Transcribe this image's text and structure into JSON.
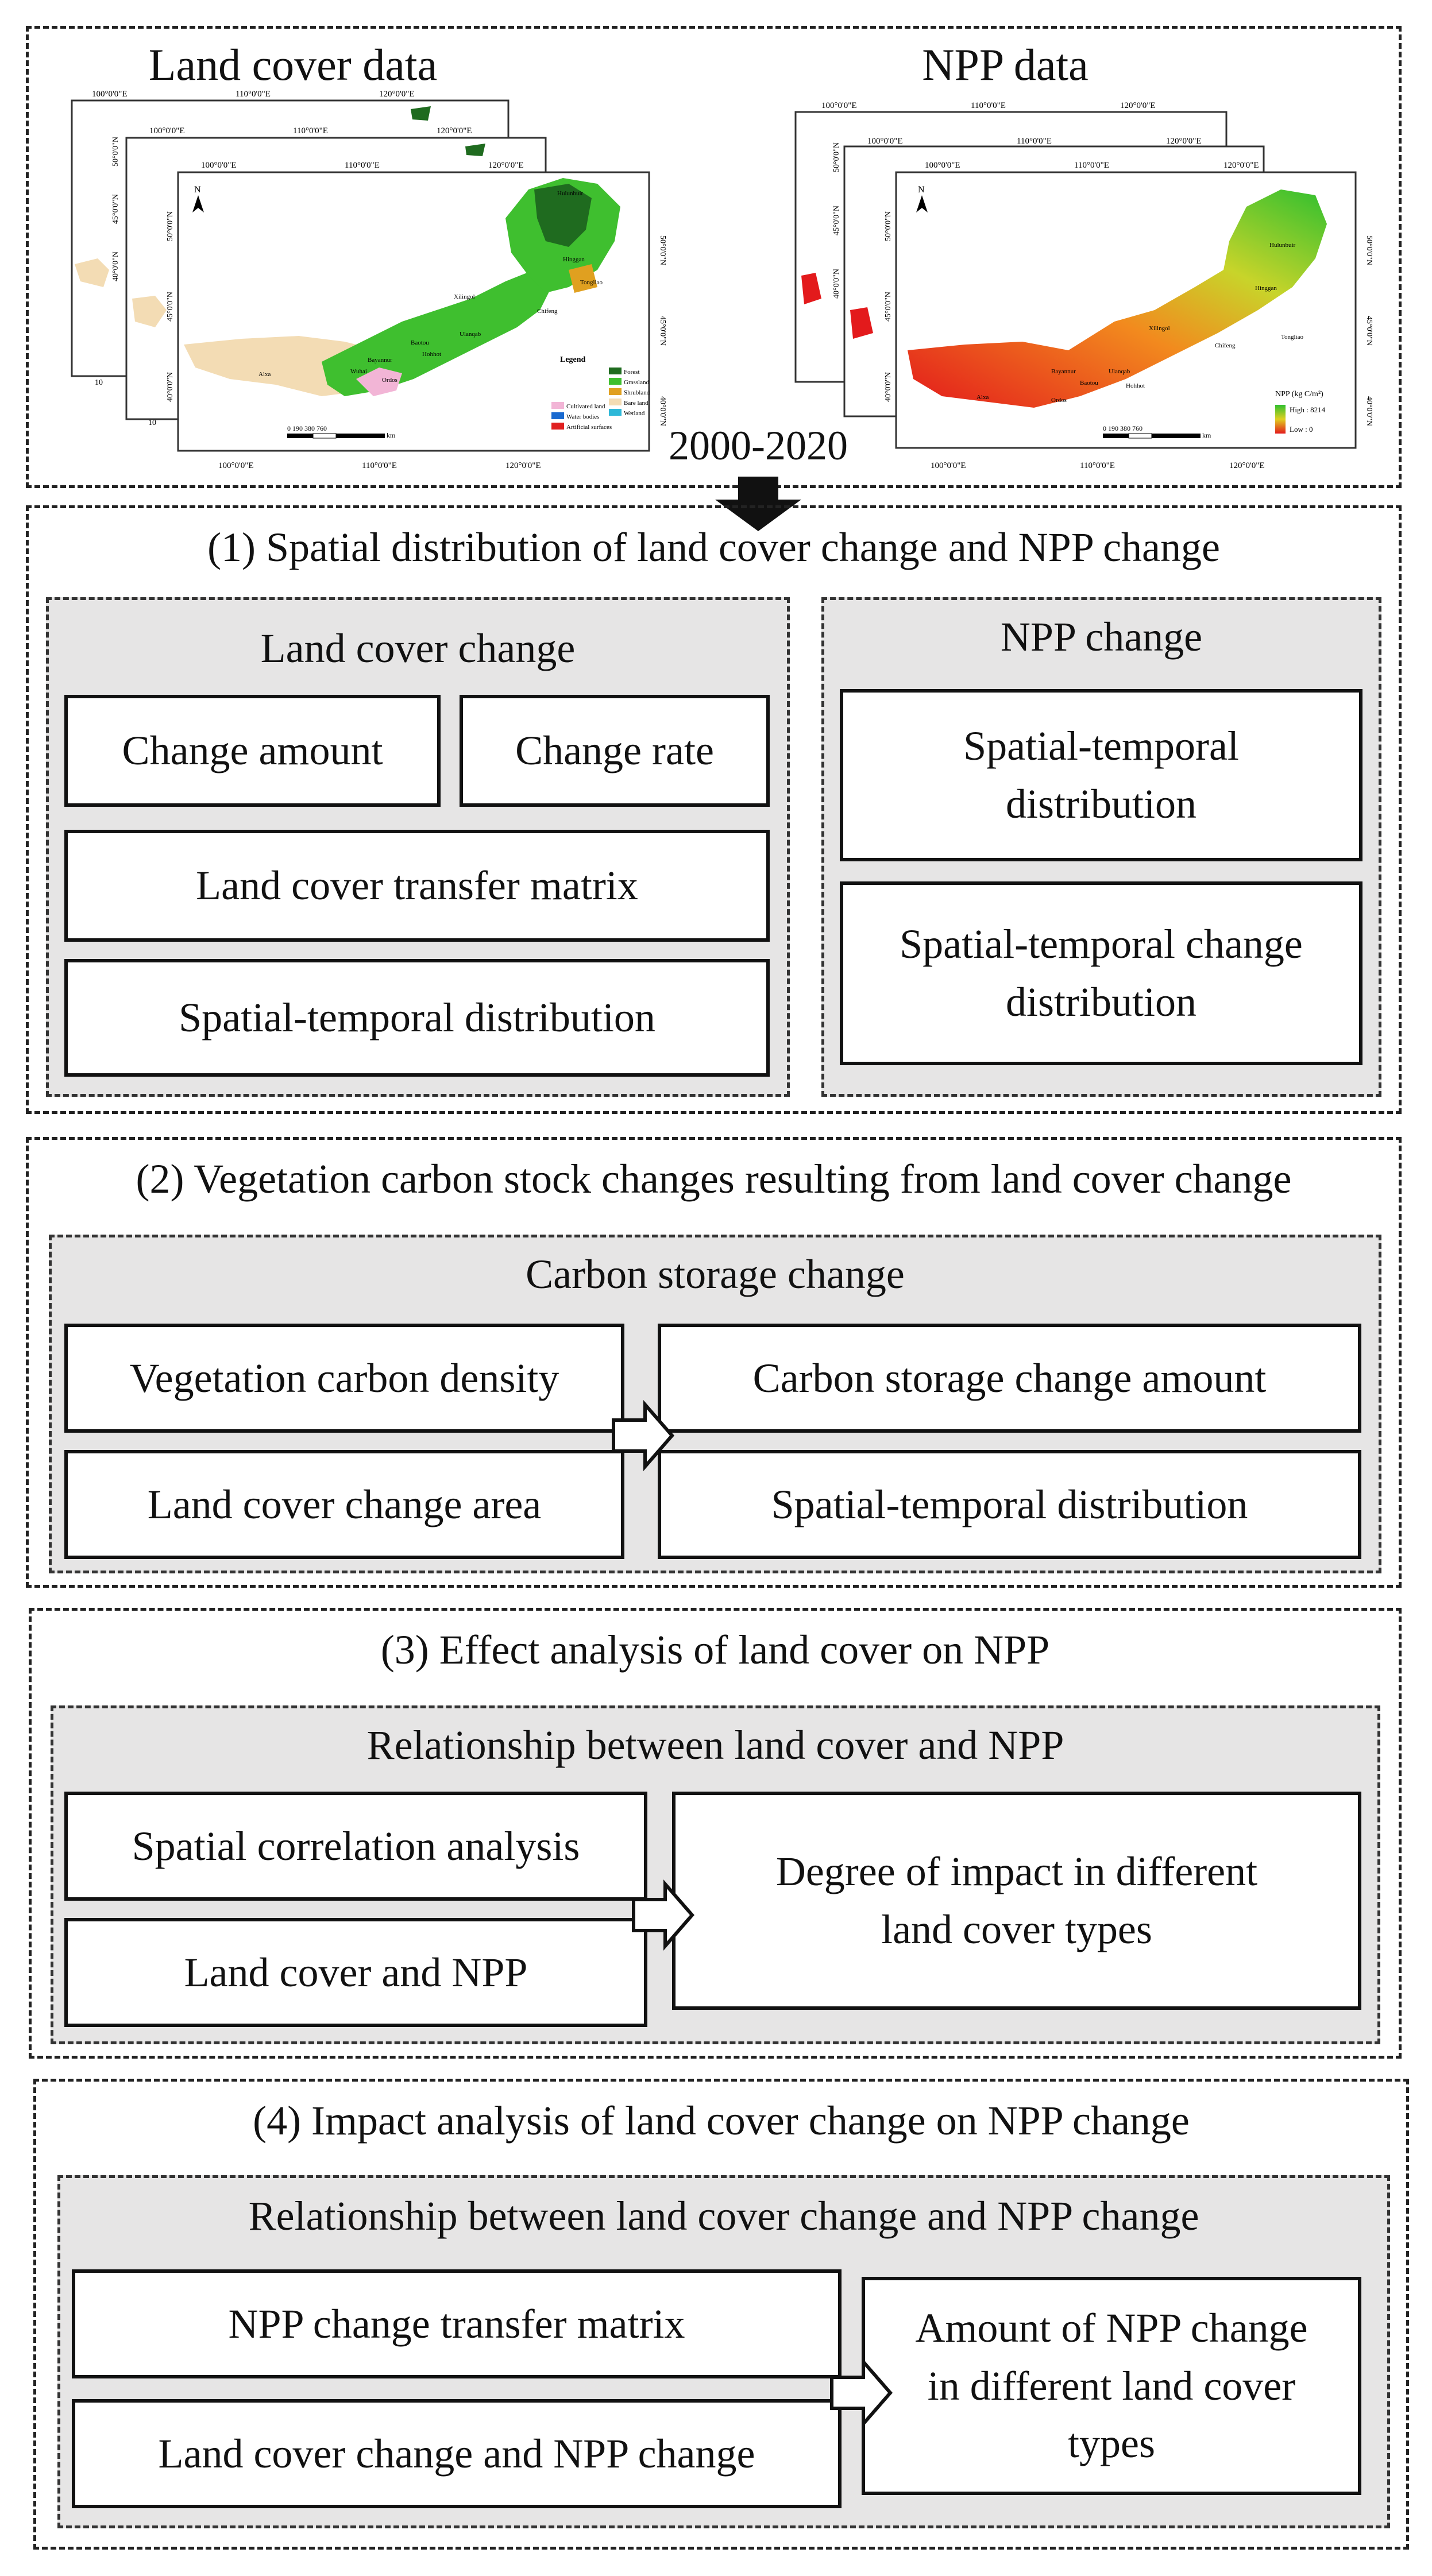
{
  "top": {
    "land_cover_title": "Land cover data",
    "npp_title": "NPP data",
    "years": "2000-2020"
  },
  "maps": {
    "lon_ticks": [
      "100°0'0\"E",
      "110°0'0\"E",
      "120°0'0\"E"
    ],
    "lat_ticks": [
      "50°0'0\"N",
      "45°0'0\"N",
      "40°0'0\"N"
    ],
    "north": "N",
    "scale": [
      "0",
      "190",
      "380",
      "760"
    ],
    "scale_unit": "km",
    "partial_text": "10",
    "land_legend_title": "Legend",
    "land_legend_items": [
      {
        "label": "Forest",
        "color": "#1f6b1f"
      },
      {
        "label": "Grassland",
        "color": "#3fbf2f"
      },
      {
        "label": "Shrubland",
        "color": "#e0a020"
      },
      {
        "label": "Bare land",
        "color": "#f3dcb4"
      },
      {
        "label": "Wetland",
        "color": "#2db8d8"
      },
      {
        "label": "Cultivated land",
        "color": "#f2b5d6"
      },
      {
        "label": "Water bodies",
        "color": "#1a6ad0"
      },
      {
        "label": "Artificial surfaces",
        "color": "#e02020"
      }
    ],
    "npp_legend_title": "NPP (kg C/m²)",
    "npp_high": "High : 8214",
    "npp_low": "Low : 0",
    "land_cities": [
      "Hulunbuir",
      "Xilingol",
      "Hinggan",
      "Tongliao",
      "Chifeng",
      "Ulanqab",
      "Baotou",
      "Bayannur",
      "Hohhot",
      "Ordos",
      "Wuhai",
      "Alxa"
    ],
    "npp_cities": [
      "Hulunbuir",
      "Hinggan",
      "Xilingol",
      "Tongliao",
      "Chifeng",
      "Bayannur",
      "Ulanqab",
      "Baotou",
      "Hohhot",
      "Ordos",
      "Alxa"
    ]
  },
  "section1": {
    "title": "(1) Spatial distribution of land cover change and NPP change",
    "left": {
      "title": "Land cover change",
      "change_amount": "Change amount",
      "change_rate": "Change rate",
      "transfer_matrix": "Land cover transfer matrix",
      "distribution": "Spatial-temporal distribution"
    },
    "right": {
      "title": "NPP change",
      "distribution": "Spatial-temporal distribution",
      "change_distribution": "Spatial-temporal change distribution"
    }
  },
  "section2": {
    "title": "(2) Vegetation carbon stock changes resulting from land cover change",
    "panel_title": "Carbon storage change",
    "carbon_density": "Vegetation carbon density",
    "change_area": "Land cover change area",
    "change_amount": "Carbon storage change amount",
    "distribution": "Spatial-temporal distribution"
  },
  "section3": {
    "title": "(3) Effect analysis of land cover on NPP",
    "panel_title": "Relationship between land cover and NPP",
    "correlation": "Spatial correlation analysis",
    "land_npp": "Land cover and  NPP",
    "impact": "Degree of impact in different land cover types"
  },
  "section4": {
    "title": "(4) Impact analysis of land cover change on NPP change",
    "panel_title": "Relationship between land cover change and NPP change",
    "transfer_matrix": "NPP change transfer matrix",
    "change_pair": "Land cover change and  NPP change",
    "amount": "Amount of NPP change in different land cover types"
  }
}
